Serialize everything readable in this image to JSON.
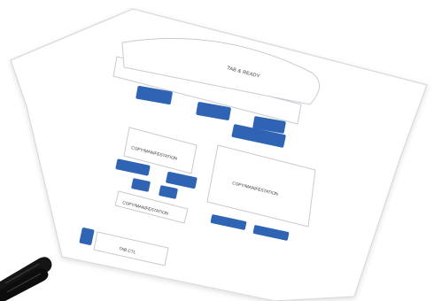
{
  "labels": {
    "header_bar": "TAB & READY",
    "panel_left_top": "COPY/MANIFESTATION",
    "panel_right_big": "COPY/MANIFESTATION",
    "panel_left_bottom": "COPY/MANIFESTATION",
    "footer_bar": "TAB CTL"
  },
  "colors": {
    "accent_blue": "#2f63b4",
    "sheet_bg": "#ffffff",
    "outline": "#cfd4da",
    "cable": "#151515"
  }
}
